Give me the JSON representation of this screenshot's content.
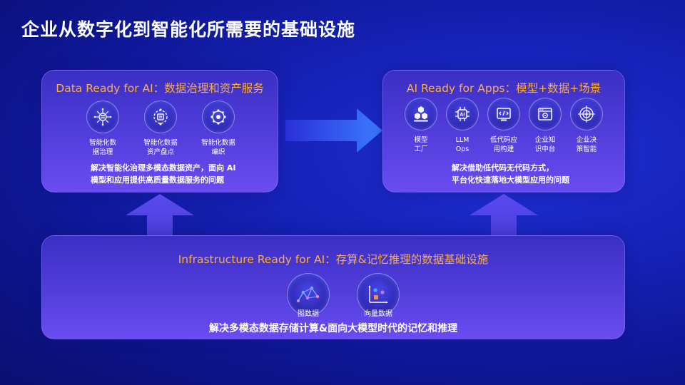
{
  "slide": {
    "title": "企业从数字化到智能化所需要的基础设施"
  },
  "data_ready": {
    "title": "Data Ready for AI：数据治理和资产服务",
    "items": [
      {
        "label_line1": "智能化数",
        "label_line2": "据治理",
        "icon": "data-governance-icon"
      },
      {
        "label_line1": "智能化数据",
        "label_line2": "资产盘点",
        "icon": "asset-inventory-icon"
      },
      {
        "label_line1": "智能化数据",
        "label_line2": "编织",
        "icon": "data-weaving-icon"
      }
    ],
    "desc_line1": "解决智能化治理多模态数据资产，面向 AI",
    "desc_line2": "模型和应用提供高质量数据服务的问题"
  },
  "ai_ready": {
    "title": "AI Ready for Apps：模型+数据+场景",
    "items": [
      {
        "label_line1": "模型",
        "label_line2": "工厂",
        "icon": "model-factory-icon"
      },
      {
        "label_line1": "LLM",
        "label_line2": "Ops",
        "icon": "llm-ops-icon"
      },
      {
        "label_line1": "低代码应",
        "label_line2": "用构建",
        "icon": "low-code-icon"
      },
      {
        "label_line1": "企业知",
        "label_line2": "识中台",
        "icon": "knowledge-hub-icon"
      },
      {
        "label_line1": "企业决",
        "label_line2": "策智能",
        "icon": "decision-intelligence-icon"
      }
    ],
    "desc_line1": "解决借助低代码无代码方式，",
    "desc_line2": "平台化快速落地大模型应用的问题"
  },
  "infra_ready": {
    "title": "Infrastructure Ready for AI：存算&记忆推理的数据基础设施",
    "items": [
      {
        "label": "图数据",
        "icon": "graph-database-icon"
      },
      {
        "label": "向量数据",
        "icon": "vector-database-icon"
      }
    ],
    "desc": "解决多模态数据存储计算&面向大模型时代的记忆和推理"
  },
  "colors": {
    "accent_orange": "#ffae3c",
    "panel_purple": "#4e3bd8",
    "background_blue": "#1622b8"
  }
}
